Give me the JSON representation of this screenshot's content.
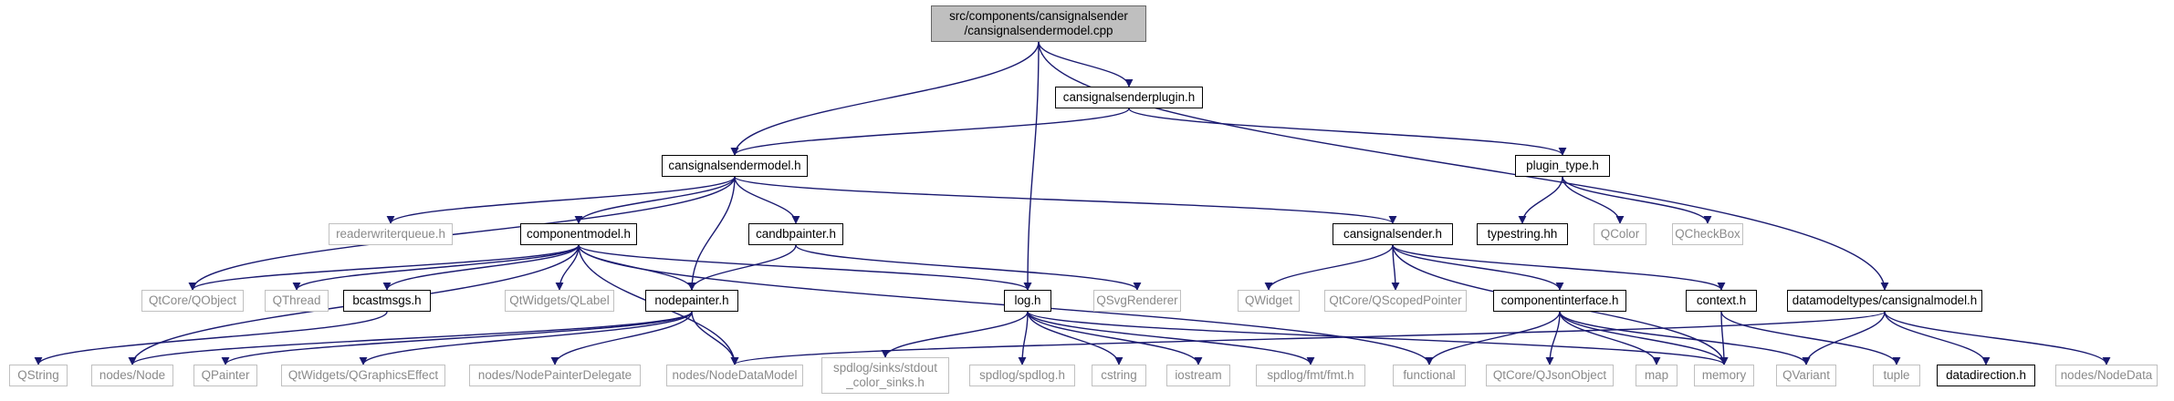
{
  "graph": {
    "nodes": [
      {
        "id": "root",
        "label": "src/components/cansignalsender\n/cansignalsendermodel.cpp",
        "kind": "root",
        "name": "node-root-cansignalsendermodel-cpp"
      },
      {
        "id": "pluginh",
        "label": "cansignalsenderplugin.h",
        "kind": "doc",
        "name": "node-cansignalsenderplugin-h"
      },
      {
        "id": "modelh",
        "label": "cansignalsendermodel.h",
        "kind": "doc",
        "name": "node-cansignalsendermodel-h"
      },
      {
        "id": "plugintype",
        "label": "plugin_type.h",
        "kind": "doc",
        "name": "node-plugin-type-h"
      },
      {
        "id": "rwq",
        "label": "readerwriterqueue.h",
        "kind": "ext",
        "name": "node-readerwriterqueue-h"
      },
      {
        "id": "compmodel",
        "label": "componentmodel.h",
        "kind": "doc",
        "name": "node-componentmodel-h"
      },
      {
        "id": "candb",
        "label": "candbpainter.h",
        "kind": "doc",
        "name": "node-candbpainter-h"
      },
      {
        "id": "cssender",
        "label": "cansignalsender.h",
        "kind": "doc",
        "name": "node-cansignalsender-h"
      },
      {
        "id": "typestring",
        "label": "typestring.hh",
        "kind": "doc",
        "name": "node-typestring-hh"
      },
      {
        "id": "qcolor",
        "label": "QColor",
        "kind": "ext",
        "name": "node-qcolor"
      },
      {
        "id": "qcheckbox",
        "label": "QCheckBox",
        "kind": "ext",
        "name": "node-qcheckbox"
      },
      {
        "id": "qobject",
        "label": "QtCore/QObject",
        "kind": "ext",
        "name": "node-qtcore-qobject"
      },
      {
        "id": "qthread",
        "label": "QThread",
        "kind": "ext",
        "name": "node-qthread"
      },
      {
        "id": "bcast",
        "label": "bcastmsgs.h",
        "kind": "doc",
        "name": "node-bcastmsgs-h"
      },
      {
        "id": "qlabel",
        "label": "QtWidgets/QLabel",
        "kind": "ext",
        "name": "node-qtwidgets-qlabel"
      },
      {
        "id": "nodepainter",
        "label": "nodepainter.h",
        "kind": "doc",
        "name": "node-nodepainter-h"
      },
      {
        "id": "logh",
        "label": "log.h",
        "kind": "doc",
        "name": "node-log-h"
      },
      {
        "id": "qsvg",
        "label": "QSvgRenderer",
        "kind": "ext",
        "name": "node-qsvgrenderer"
      },
      {
        "id": "qwidget",
        "label": "QWidget",
        "kind": "ext",
        "name": "node-qwidget"
      },
      {
        "id": "qscoped",
        "label": "QtCore/QScopedPointer",
        "kind": "ext",
        "name": "node-qtcore-qscopedpointer"
      },
      {
        "id": "compiface",
        "label": "componentinterface.h",
        "kind": "doc",
        "name": "node-componentinterface-h"
      },
      {
        "id": "context",
        "label": "context.h",
        "kind": "doc",
        "name": "node-context-h"
      },
      {
        "id": "dmcsm",
        "label": "datamodeltypes/cansignalmodel.h",
        "kind": "doc",
        "name": "node-datamodeltypes-cansignalmodel-h"
      },
      {
        "id": "qstring",
        "label": "QString",
        "kind": "ext",
        "name": "node-qstring"
      },
      {
        "id": "nodesnode",
        "label": "nodes/Node",
        "kind": "ext",
        "name": "node-nodes-node"
      },
      {
        "id": "qpainter",
        "label": "QPainter",
        "kind": "ext",
        "name": "node-qpainter"
      },
      {
        "id": "qgfx",
        "label": "QtWidgets/QGraphicsEffect",
        "kind": "ext",
        "name": "node-qtwidgets-qgraphicseffect"
      },
      {
        "id": "npdelegate",
        "label": "nodes/NodePainterDelegate",
        "kind": "ext",
        "name": "node-nodes-nodepainterdelegate"
      },
      {
        "id": "ndm",
        "label": "nodes/NodeDataModel",
        "kind": "ext",
        "name": "node-nodes-nodedatamodel"
      },
      {
        "id": "stdout",
        "label": "spdlog/sinks/stdout\n_color_sinks.h",
        "kind": "ext",
        "name": "node-spdlog-stdout-color-sinks-h"
      },
      {
        "id": "spdlog",
        "label": "spdlog/spdlog.h",
        "kind": "ext",
        "name": "node-spdlog-spdlog-h"
      },
      {
        "id": "cstring",
        "label": "cstring",
        "kind": "ext",
        "name": "node-cstring"
      },
      {
        "id": "iostream",
        "label": "iostream",
        "kind": "ext",
        "name": "node-iostream"
      },
      {
        "id": "fmt",
        "label": "spdlog/fmt/fmt.h",
        "kind": "ext",
        "name": "node-spdlog-fmt-fmt-h"
      },
      {
        "id": "functional",
        "label": "functional",
        "kind": "ext",
        "name": "node-functional"
      },
      {
        "id": "qjson",
        "label": "QtCore/QJsonObject",
        "kind": "ext",
        "name": "node-qtcore-qjsonobject"
      },
      {
        "id": "map",
        "label": "map",
        "kind": "ext",
        "name": "node-map"
      },
      {
        "id": "memory",
        "label": "memory",
        "kind": "ext",
        "name": "node-memory"
      },
      {
        "id": "qvariant",
        "label": "QVariant",
        "kind": "ext",
        "name": "node-qvariant"
      },
      {
        "id": "tuple",
        "label": "tuple",
        "kind": "ext",
        "name": "node-tuple"
      },
      {
        "id": "datadir",
        "label": "datadirection.h",
        "kind": "doc",
        "name": "node-datadirection-h"
      },
      {
        "id": "nodedata",
        "label": "nodes/NodeData",
        "kind": "ext",
        "name": "node-nodes-nodedata"
      }
    ],
    "edges": [
      [
        "root",
        "modelh"
      ],
      [
        "root",
        "pluginh"
      ],
      [
        "root",
        "logh"
      ],
      [
        "root",
        "dmcsm"
      ],
      [
        "pluginh",
        "modelh"
      ],
      [
        "pluginh",
        "plugintype"
      ],
      [
        "modelh",
        "rwq"
      ],
      [
        "modelh",
        "compmodel"
      ],
      [
        "modelh",
        "candb"
      ],
      [
        "modelh",
        "cssender"
      ],
      [
        "modelh",
        "qobject"
      ],
      [
        "modelh",
        "nodepainter"
      ],
      [
        "plugintype",
        "typestring"
      ],
      [
        "plugintype",
        "qcolor"
      ],
      [
        "plugintype",
        "qcheckbox"
      ],
      [
        "compmodel",
        "qobject"
      ],
      [
        "compmodel",
        "qthread"
      ],
      [
        "compmodel",
        "bcast"
      ],
      [
        "compmodel",
        "qlabel"
      ],
      [
        "compmodel",
        "nodepainter"
      ],
      [
        "compmodel",
        "logh"
      ],
      [
        "compmodel",
        "nodesnode"
      ],
      [
        "compmodel",
        "ndm"
      ],
      [
        "compmodel",
        "functional"
      ],
      [
        "candb",
        "nodepainter"
      ],
      [
        "candb",
        "qsvg"
      ],
      [
        "cssender",
        "qwidget"
      ],
      [
        "cssender",
        "qscoped"
      ],
      [
        "cssender",
        "compiface"
      ],
      [
        "cssender",
        "context"
      ],
      [
        "cssender",
        "memory"
      ],
      [
        "bcast",
        "qstring"
      ],
      [
        "nodepainter",
        "nodesnode"
      ],
      [
        "nodepainter",
        "qpainter"
      ],
      [
        "nodepainter",
        "qgfx"
      ],
      [
        "nodepainter",
        "npdelegate"
      ],
      [
        "nodepainter",
        "ndm"
      ],
      [
        "logh",
        "stdout"
      ],
      [
        "logh",
        "spdlog"
      ],
      [
        "logh",
        "cstring"
      ],
      [
        "logh",
        "iostream"
      ],
      [
        "logh",
        "fmt"
      ],
      [
        "logh",
        "memory"
      ],
      [
        "compiface",
        "functional"
      ],
      [
        "compiface",
        "qjson"
      ],
      [
        "compiface",
        "map"
      ],
      [
        "compiface",
        "memory"
      ],
      [
        "compiface",
        "qvariant"
      ],
      [
        "context",
        "memory"
      ],
      [
        "context",
        "tuple"
      ],
      [
        "dmcsm",
        "ndm"
      ],
      [
        "dmcsm",
        "qvariant"
      ],
      [
        "dmcsm",
        "datadir"
      ],
      [
        "dmcsm",
        "nodedata"
      ]
    ]
  }
}
